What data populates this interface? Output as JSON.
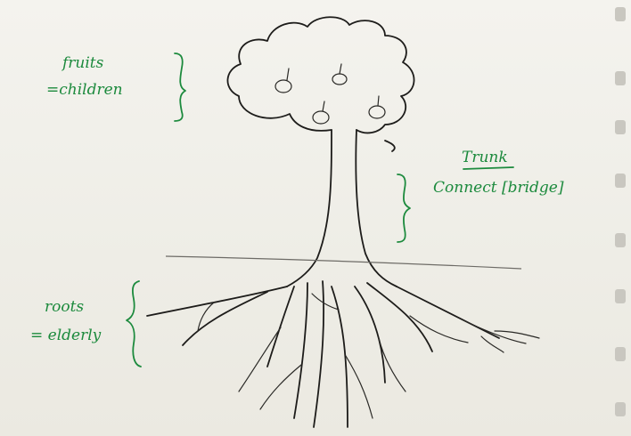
{
  "labels": {
    "fruits": {
      "line1": "fruits",
      "line2": "=children"
    },
    "trunk": {
      "title": "Trunk",
      "line2": "Connect [bridge]"
    },
    "roots": {
      "line1": "roots",
      "line2": "= elderly"
    }
  },
  "colors": {
    "ink": "#1d1c1a",
    "annotation": "#1c8a3d",
    "paper": "#f1f0ea"
  }
}
